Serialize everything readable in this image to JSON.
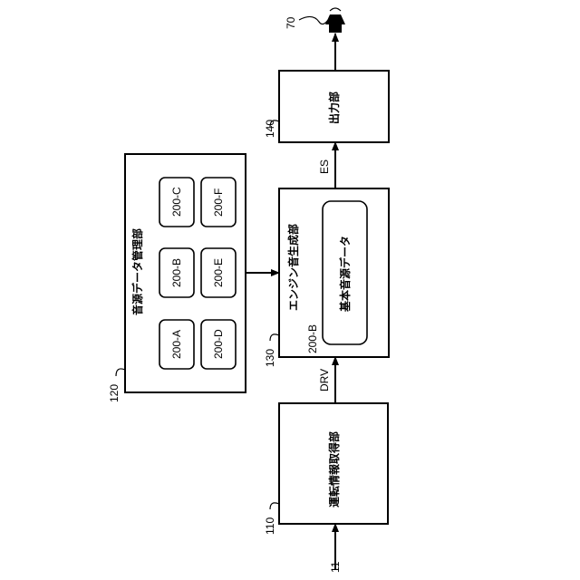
{
  "blocks": {
    "acquisition": {
      "ref": "110",
      "label": "運転情報取得部"
    },
    "sound_manager": {
      "ref": "120",
      "label": "音源データ管理部"
    },
    "engine_gen": {
      "ref": "130",
      "label": "エンジン音生成部"
    },
    "output": {
      "ref": "140",
      "label": "出力部"
    },
    "basic_sound": {
      "ref": "200-B",
      "label": "基本音源データ"
    }
  },
  "sound_items": [
    "200-A",
    "200-B",
    "200-C",
    "200-D",
    "200-E",
    "200-F"
  ],
  "signals": {
    "input": "11",
    "drv": "DRV",
    "es": "ES",
    "speaker": "70"
  }
}
